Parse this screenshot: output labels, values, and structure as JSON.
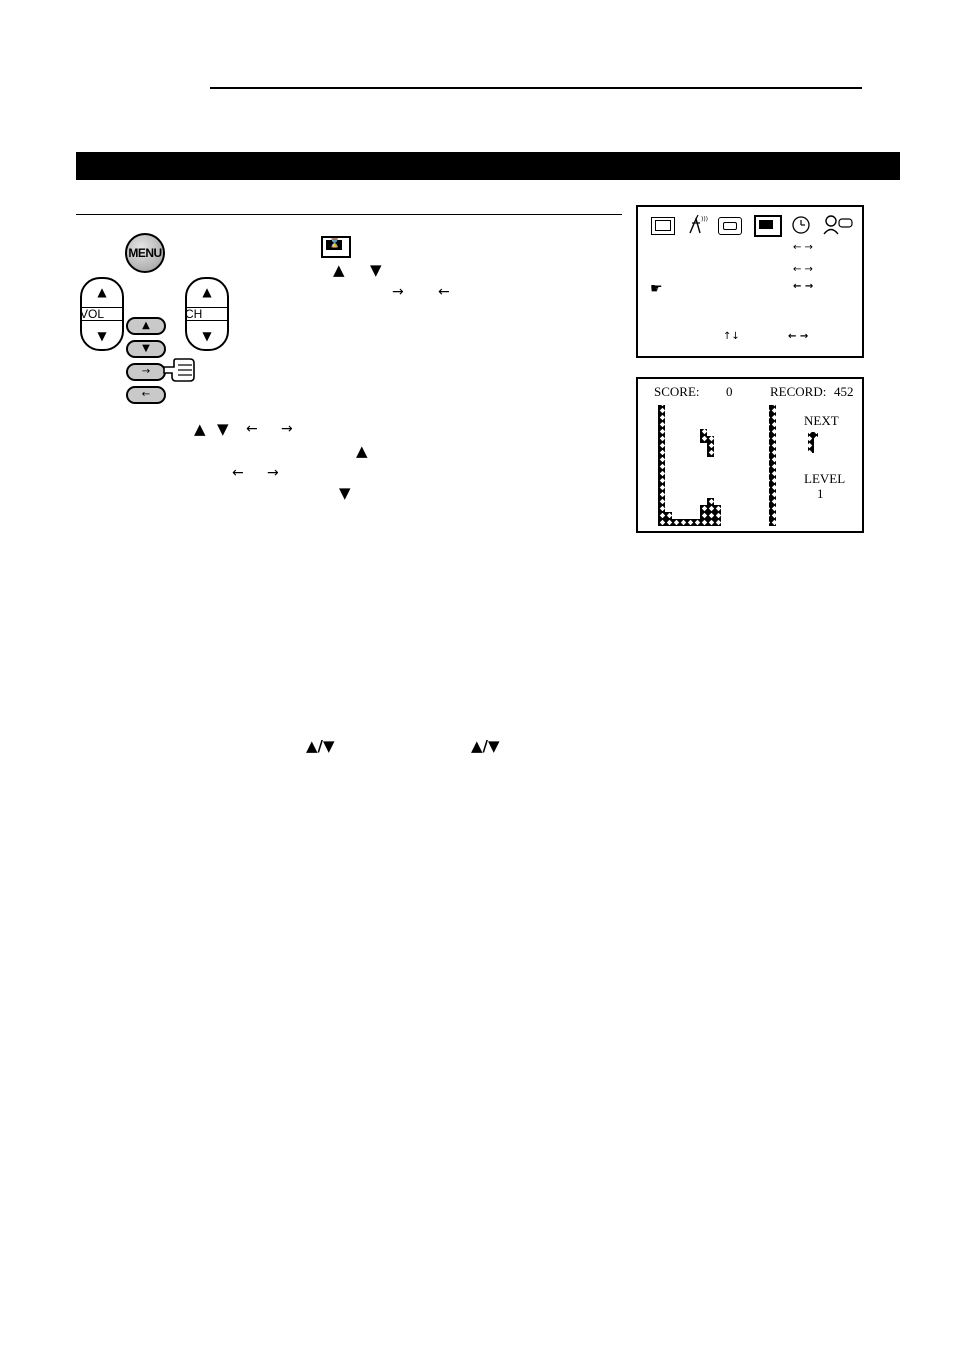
{
  "remote": {
    "menu_label": "MENU",
    "vol_label": "VOL",
    "ch_label": "CH"
  },
  "glyphs": {
    "up": "▲",
    "down": "▼",
    "left": "←",
    "right": "→",
    "up_down": "▲/▼",
    "hand": "☛"
  },
  "osd_menu": {
    "icons": [
      "tv-picture-icon",
      "antenna-icon",
      "tv-sound-icon",
      "game-icon",
      "clock-icon",
      "user-settings-icon"
    ]
  },
  "game": {
    "score_label": "SCORE:",
    "score_value": "0",
    "record_label": "RECORD:",
    "record_value": "452",
    "next_label": "NEXT",
    "level_label": "LEVEL",
    "level_value": "1"
  }
}
